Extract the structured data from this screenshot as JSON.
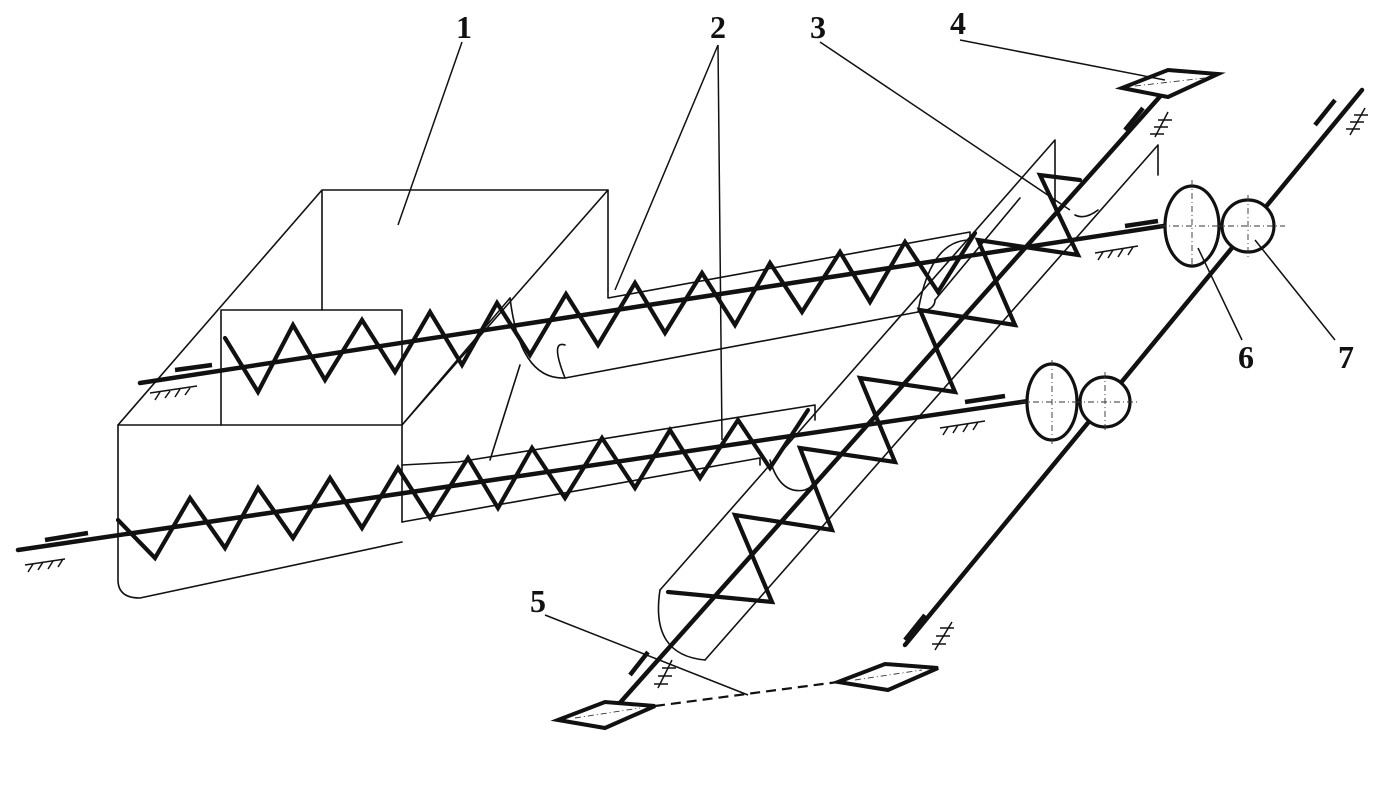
{
  "diagram": {
    "labels": {
      "label_1": "1",
      "label_2": "2",
      "label_3": "3",
      "label_4": "4",
      "label_5": "5",
      "label_6": "6",
      "label_7": "7"
    },
    "colors": {
      "ink": "#111111",
      "background": "#ffffff"
    }
  }
}
